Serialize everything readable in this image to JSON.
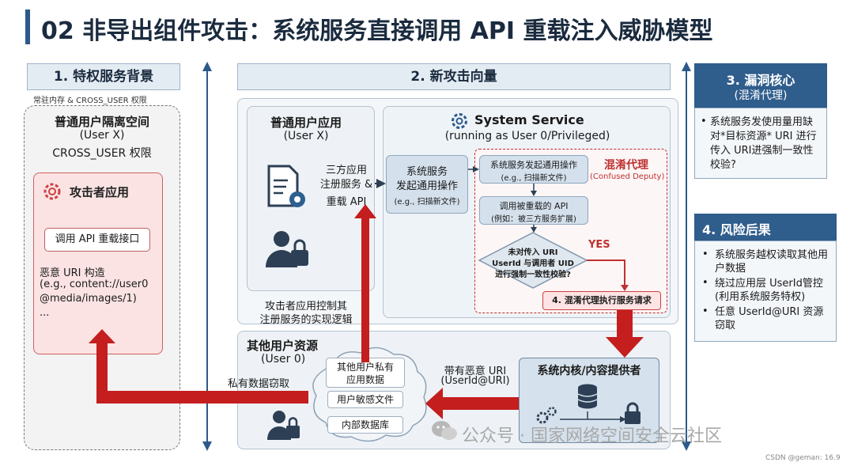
{
  "title": "02 非导出组件攻击：系统服务直接调用 API 重载注入威胁模型",
  "sec1": {
    "header": "1. 特权服务背景",
    "note": "常驻内存 & CROSS_USER 权限",
    "space_title": "普通用户隔离空间",
    "space_user": "(User X)",
    "space_perm": "CROSS_USER 权限",
    "attacker_title": "攻击者应用",
    "call_api": "调用 API 重载接口",
    "uri_line1": "恶意 URI 构造",
    "uri_line2": "(e.g., content://user0",
    "uri_line3": "@media/images/1)",
    "uri_line4": "..."
  },
  "sec2": {
    "header": "2. 新攻击向量",
    "app_title": "普通用户应用",
    "app_user": "(User X)",
    "register_line1": "三方应用",
    "register_line2": "注册服务 &",
    "register_line3": "重载 API",
    "attacker_control_1": "攻击者应用控制其",
    "attacker_control_2": "注册服务的实现逻辑",
    "sys_title": "System Service",
    "sys_sub": "(running as User 0/Privileged)",
    "sys_op_1": "系统服务",
    "sys_op_2": "发起通用操作",
    "sys_op_3": "(e.g., 扫描新文件)",
    "confused_title": "混淆代理",
    "confused_sub": "(Confused Deputy)",
    "step1_1": "系统服务发起通用操作",
    "step1_2": "(e.g., 扫描新文件)",
    "step2_1": "调用被重载的 API",
    "step2_2": "(例如：被三方服务扩展)",
    "decision_1": "未对传入 URI",
    "decision_2": "UserId 与调用者 UID",
    "decision_3": "进行强制一致性校验?",
    "yes": "YES",
    "step4": "4. 混淆代理执行服务请求",
    "other_title": "其他用户资源",
    "other_user": "(User 0)",
    "cloud_1a": "其他用户私有",
    "cloud_1b": "应用数据",
    "cloud_2": "用户敏感文件",
    "cloud_3": "内部数据库",
    "private_steal": "私有数据窃取",
    "malicious_uri_1": "带有恶意 URI",
    "malicious_uri_2": "(UserId@URI)",
    "kernel_title": "系统内核/内容提供者"
  },
  "sec3": {
    "header": "3. 漏洞核心",
    "header_sub": "(混淆代理)",
    "body": "系统服务发使用量用缺对*目标资源* URI 进行传入 URI进强制一致性校验?"
  },
  "sec4": {
    "header": "4. 风险后果",
    "items": [
      "系统服务越权读取其他用户数据",
      "绕过应用层 UserId管控 (利用系统服务特权)",
      "任意 UserId@URI 资源窃取"
    ]
  },
  "watermark": "公众号 · 国家网络空间安全云社区",
  "credit": "CSDN @geman: 16.9"
}
